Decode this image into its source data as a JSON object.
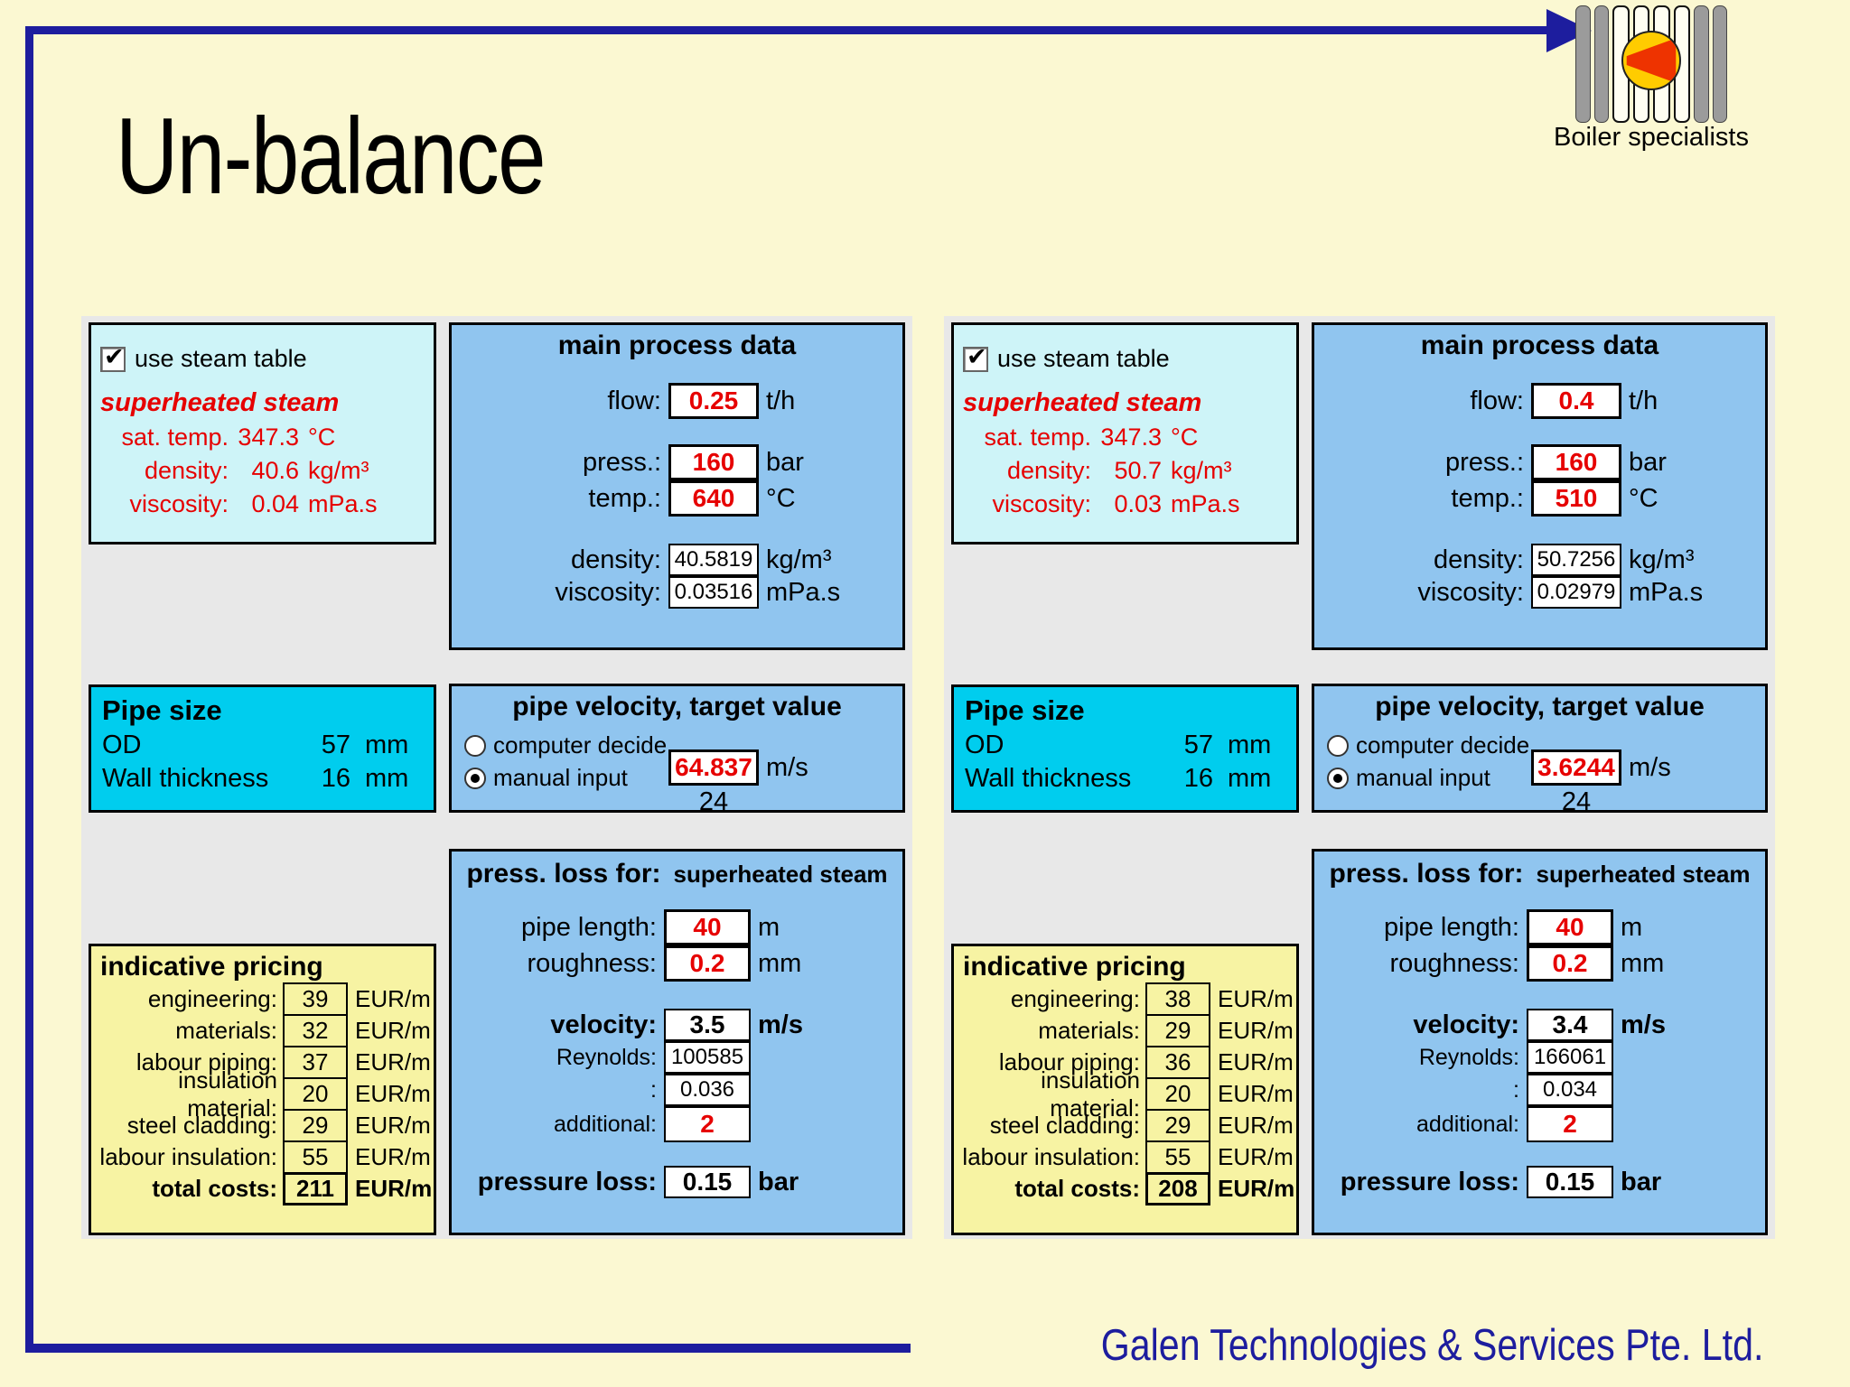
{
  "title": "Un-balance",
  "logo": {
    "caption": "Boiler specialists"
  },
  "footer": {
    "company": "Galen Technologies & Services Pte. Ltd."
  },
  "colors": {
    "navy": "#1d1d9e",
    "red": "#e60000",
    "blue_panel": "#90c5ef",
    "cyan_panel": "#cef4f8",
    "bright_cyan_panel": "#00cdee",
    "yellow_panel": "#f7f3a3",
    "slide_bg": "#fbf8d2",
    "block_bg": "#e8e8e8"
  },
  "blocks": [
    {
      "steam_table": {
        "checkbox_label": "use steam table",
        "steam_type": "superheated steam",
        "sat_temp": {
          "label": "sat. temp.",
          "value": "347.3",
          "unit": "°C"
        },
        "density": {
          "label": "density:",
          "value": "40.6",
          "unit": "kg/m³"
        },
        "viscosity": {
          "label": "viscosity:",
          "value": "0.04",
          "unit": "mPa.s"
        }
      },
      "main_process": {
        "title": "main process data",
        "flow": {
          "label": "flow:",
          "value": "0.25",
          "unit": "t/h"
        },
        "press": {
          "label": "press.:",
          "value": "160",
          "unit": "bar"
        },
        "temp": {
          "label": "temp.:",
          "value": "640",
          "unit": "°C"
        },
        "density": {
          "label": "density:",
          "value": "40.5819",
          "unit": "kg/m³"
        },
        "viscosity": {
          "label": "viscosity:",
          "value": "0.03516",
          "unit": "mPa.s"
        }
      },
      "pipe_size": {
        "title": "Pipe size",
        "rows": [
          {
            "label": "OD",
            "value": "57",
            "unit": "mm"
          },
          {
            "label": "Wall thickness",
            "value": "16",
            "unit": "mm"
          }
        ]
      },
      "velocity_target": {
        "title": "pipe velocity, target value",
        "radio_computer": "computer decide",
        "radio_manual": "manual input",
        "value": "64.837",
        "unit": "m/s",
        "below": "24"
      },
      "pressure_loss": {
        "title": "press. loss for:",
        "medium": "superheated steam",
        "pipe_length": {
          "label": "pipe length:",
          "value": "40",
          "unit": "m"
        },
        "roughness": {
          "label": "roughness:",
          "value": "0.2",
          "unit": "mm"
        },
        "velocity": {
          "label": "velocity:",
          "value": "3.5",
          "unit": "m/s"
        },
        "reynolds": {
          "label": "Reynolds:",
          "value": "100585"
        },
        "friction": {
          "label": ":",
          "value": "0.036"
        },
        "additional": {
          "label": "additional:",
          "value": "2"
        },
        "pressure": {
          "label": "pressure loss:",
          "value": "0.15",
          "unit": "bar"
        }
      },
      "pricing": {
        "title": "indicative pricing",
        "rows": [
          {
            "label": "engineering:",
            "value": "39",
            "unit": "EUR/m"
          },
          {
            "label": "materials:",
            "value": "32",
            "unit": "EUR/m"
          },
          {
            "label": "labour piping:",
            "value": "37",
            "unit": "EUR/m"
          },
          {
            "label": "insulation material:",
            "value": "20",
            "unit": "EUR/m"
          },
          {
            "label": "steel cladding:",
            "value": "29",
            "unit": "EUR/m"
          },
          {
            "label": "labour insulation:",
            "value": "55",
            "unit": "EUR/m"
          }
        ],
        "total": {
          "label": "total costs:",
          "value": "211",
          "unit": "EUR/m"
        }
      }
    },
    {
      "steam_table": {
        "checkbox_label": "use steam table",
        "steam_type": "superheated steam",
        "sat_temp": {
          "label": "sat. temp.",
          "value": "347.3",
          "unit": "°C"
        },
        "density": {
          "label": "density:",
          "value": "50.7",
          "unit": "kg/m³"
        },
        "viscosity": {
          "label": "viscosity:",
          "value": "0.03",
          "unit": "mPa.s"
        }
      },
      "main_process": {
        "title": "main process data",
        "flow": {
          "label": "flow:",
          "value": "0.4",
          "unit": "t/h"
        },
        "press": {
          "label": "press.:",
          "value": "160",
          "unit": "bar"
        },
        "temp": {
          "label": "temp.:",
          "value": "510",
          "unit": "°C"
        },
        "density": {
          "label": "density:",
          "value": "50.7256",
          "unit": "kg/m³"
        },
        "viscosity": {
          "label": "viscosity:",
          "value": "0.02979",
          "unit": "mPa.s"
        }
      },
      "pipe_size": {
        "title": "Pipe size",
        "rows": [
          {
            "label": "OD",
            "value": "57",
            "unit": "mm"
          },
          {
            "label": "Wall thickness",
            "value": "16",
            "unit": "mm"
          }
        ]
      },
      "velocity_target": {
        "title": "pipe velocity, target value",
        "radio_computer": "computer decide",
        "radio_manual": "manual input",
        "value": "3.6244",
        "unit": "m/s",
        "below": "24"
      },
      "pressure_loss": {
        "title": "press. loss for:",
        "medium": "superheated steam",
        "pipe_length": {
          "label": "pipe length:",
          "value": "40",
          "unit": "m"
        },
        "roughness": {
          "label": "roughness:",
          "value": "0.2",
          "unit": "mm"
        },
        "velocity": {
          "label": "velocity:",
          "value": "3.4",
          "unit": "m/s"
        },
        "reynolds": {
          "label": "Reynolds:",
          "value": "166061"
        },
        "friction": {
          "label": ":",
          "value": "0.034"
        },
        "additional": {
          "label": "additional:",
          "value": "2"
        },
        "pressure": {
          "label": "pressure loss:",
          "value": "0.15",
          "unit": "bar"
        }
      },
      "pricing": {
        "title": "indicative pricing",
        "rows": [
          {
            "label": "engineering:",
            "value": "38",
            "unit": "EUR/m"
          },
          {
            "label": "materials:",
            "value": "29",
            "unit": "EUR/m"
          },
          {
            "label": "labour piping:",
            "value": "36",
            "unit": "EUR/m"
          },
          {
            "label": "insulation material:",
            "value": "20",
            "unit": "EUR/m"
          },
          {
            "label": "steel cladding:",
            "value": "29",
            "unit": "EUR/m"
          },
          {
            "label": "labour insulation:",
            "value": "55",
            "unit": "EUR/m"
          }
        ],
        "total": {
          "label": "total costs:",
          "value": "208",
          "unit": "EUR/m"
        }
      }
    }
  ]
}
